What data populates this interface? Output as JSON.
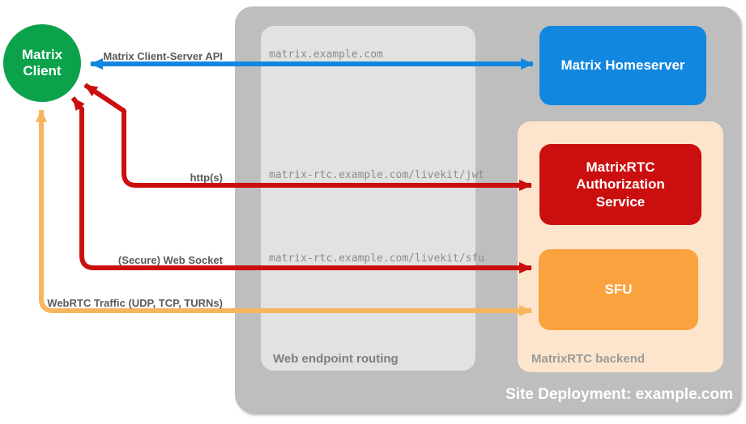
{
  "diagram": {
    "client": {
      "line1": "Matrix",
      "line2": "Client",
      "color": "#0ba24b"
    },
    "deployment": {
      "label": "Site Deployment: example.com",
      "color": "#bebebe"
    },
    "routing_panel": {
      "label": "Web endpoint routing",
      "color": "#e2e2e2"
    },
    "backend_panel": {
      "label": "MatrixRTC backend",
      "color": "#fce5cc"
    },
    "nodes": {
      "homeserver": {
        "label": "Matrix Homeserver",
        "color": "#1287e0"
      },
      "auth_service": {
        "line1": "MatrixRTC",
        "line2": "Authorization",
        "line3": "Service",
        "color": "#cb0e0e"
      },
      "sfu": {
        "label": "SFU",
        "color": "#f9a23e"
      }
    },
    "connections": {
      "cs_api": {
        "label": "Matrix Client-Server API",
        "endpoint": "matrix.example.com",
        "color": "#1287e0"
      },
      "http": {
        "label": "http(s)",
        "endpoint": "matrix-rtc.example.com/livekit/jwt",
        "color": "#cb0e0e"
      },
      "websocket": {
        "label": "(Secure) Web Socket",
        "endpoint": "matrix-rtc.example.com/livekit/sfu",
        "color": "#cb0e0e"
      },
      "webrtc": {
        "label": "WebRTC Traffic (UDP, TCP, TURNs)",
        "color": "#f8b55e"
      }
    }
  }
}
